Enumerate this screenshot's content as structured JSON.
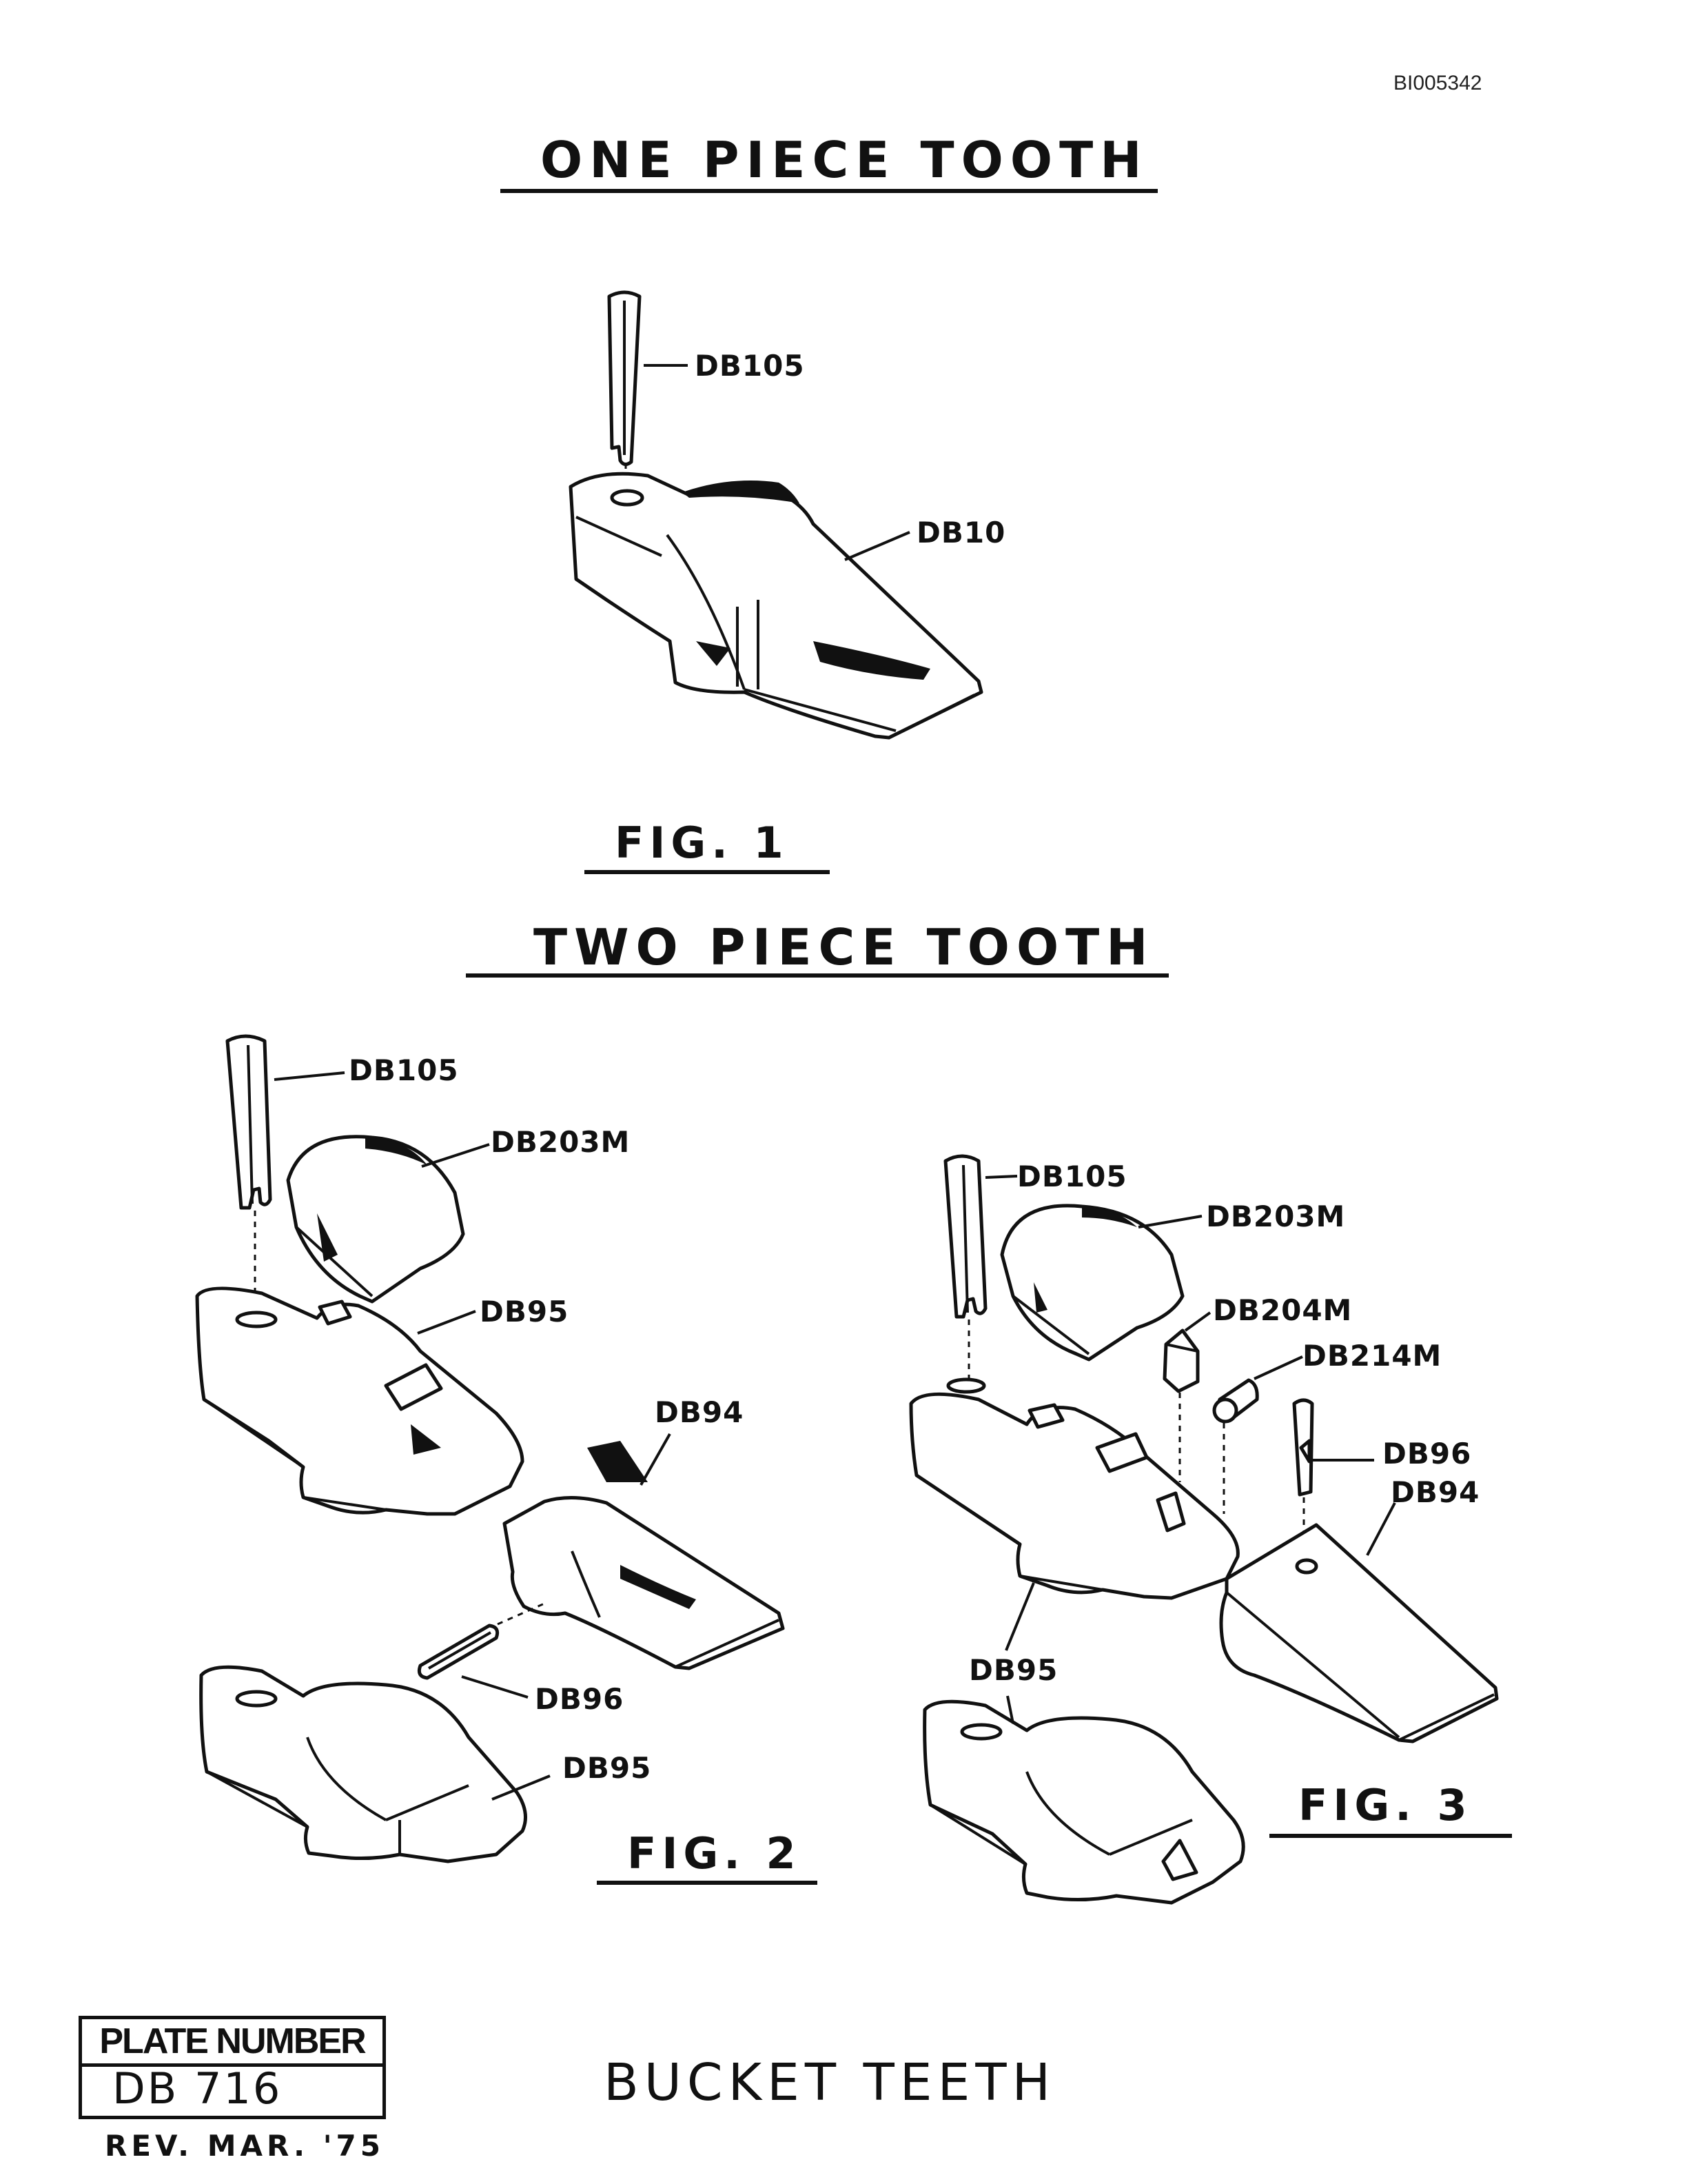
{
  "document": {
    "reference_code": "BI005342",
    "headings": {
      "one_piece": "ONE PIECE TOOTH",
      "two_piece": "TWO PIECE TOOTH"
    },
    "figures": {
      "fig1": {
        "caption": "FIG. 1",
        "labels": {
          "pin": "DB105",
          "tooth": "DB10"
        }
      },
      "fig2": {
        "caption": "FIG. 2",
        "labels": {
          "pin": "DB105",
          "cap": "DB203M",
          "adapter": "DB95",
          "point": "DB94",
          "point_pin": "DB96",
          "adapter_lower": "DB95"
        }
      },
      "fig3": {
        "caption": "FIG. 3",
        "labels": {
          "pin": "DB105",
          "cap": "DB203M",
          "wedge": "DB204M",
          "plug": "DB214M",
          "point_pin": "DB96",
          "point": "DB94",
          "adapter": "DB95"
        }
      }
    },
    "plate": {
      "title": "PLATE NUMBER",
      "number": "DB 716",
      "revision": "REV. MAR. '75"
    },
    "footer_title": "BUCKET TEETH"
  }
}
